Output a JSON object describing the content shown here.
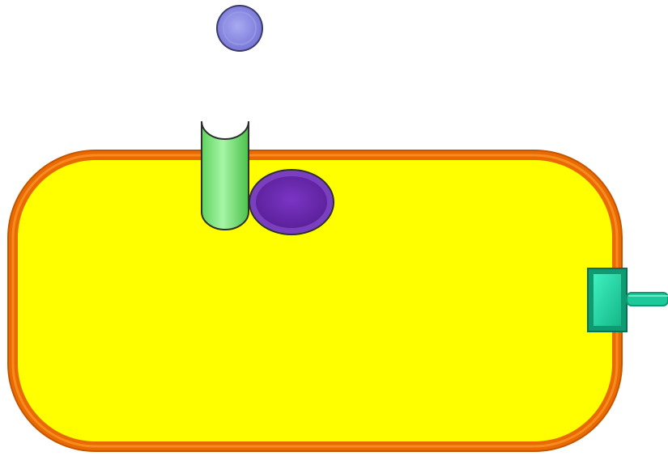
{
  "diagram": {
    "description_free": true,
    "colors": {
      "background": "#ffffff",
      "cell_fill": "#ffff00",
      "cell_membrane": "#f07000",
      "ligand": "#8f8fe6",
      "channel": "#7de87d",
      "receptor_protein": "#6a2bb0",
      "terminal_box": "#20d6a0",
      "outline": "#2b2b2b"
    },
    "components": [
      {
        "id": "ligand",
        "icon": "circle-icon"
      },
      {
        "id": "channel",
        "icon": "tube-icon"
      },
      {
        "id": "receptor",
        "icon": "ellipse-icon"
      },
      {
        "id": "terminal",
        "icon": "square-connector-icon"
      }
    ]
  }
}
